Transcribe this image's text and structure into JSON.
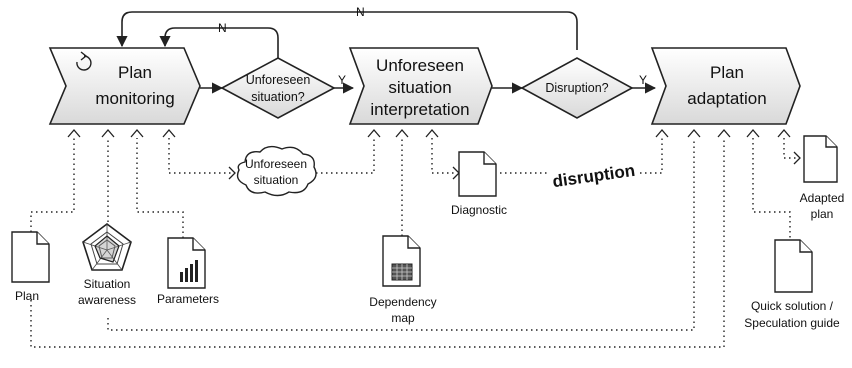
{
  "processes": {
    "plan_monitoring": [
      "Plan",
      "monitoring"
    ],
    "unforeseen_interpretation": [
      "Unforeseen",
      "situation",
      "interpretation"
    ],
    "plan_adaptation": [
      "Plan",
      "adaptation"
    ]
  },
  "decisions": {
    "unforeseen_situation": [
      "Unforeseen",
      "situation?"
    ],
    "disruption": [
      "Disruption?"
    ]
  },
  "branch_labels": {
    "yes": "Y",
    "no": "N"
  },
  "event_cloud": [
    "Unforeseen",
    "situation"
  ],
  "disruption_text": "disruption",
  "documents": {
    "plan": "Plan",
    "situation_awareness": [
      "Situation",
      "awareness"
    ],
    "parameters": "Parameters",
    "diagnostic": "Diagnostic",
    "dependency_map": [
      "Dependency",
      "map"
    ],
    "adapted_plan": [
      "Adapted",
      "plan"
    ],
    "quick_solution": [
      "Quick solution /",
      "Speculation guide"
    ]
  }
}
